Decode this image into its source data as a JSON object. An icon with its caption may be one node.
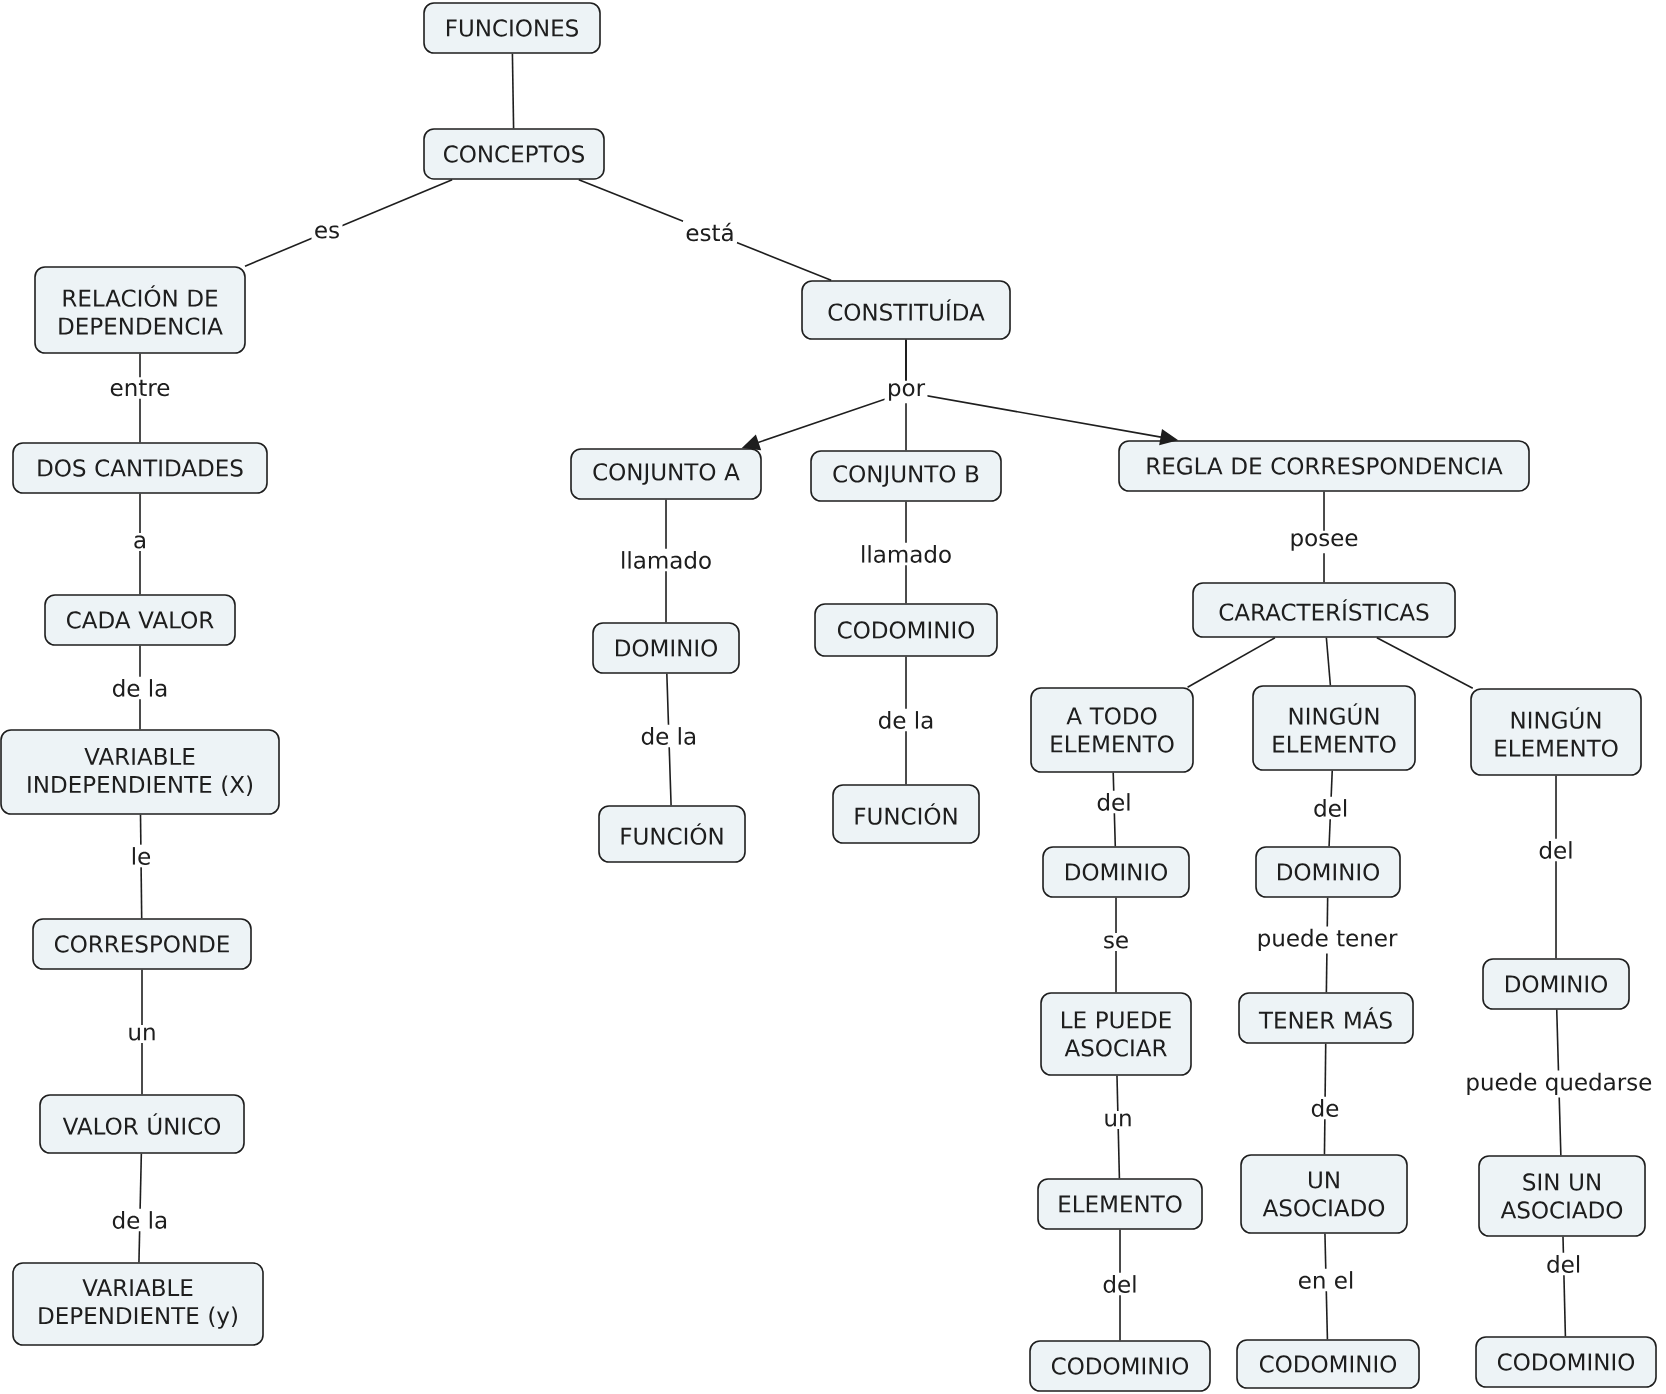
{
  "diagram": {
    "nodes": [
      {
        "text": [
          "FUNCIONES"
        ]
      },
      {
        "text": [
          "CONCEPTOS"
        ]
      },
      {
        "text": [
          "RELACIÓN DE DEPENDENCIA"
        ]
      },
      {
        "text": [
          "CONSTITUÍDA"
        ]
      },
      {
        "text": [
          "DOS CANTIDADES"
        ]
      },
      {
        "text": [
          "CONJUNTO A"
        ]
      },
      {
        "text": [
          "CONJUNTO B"
        ]
      },
      {
        "text": [
          "REGLA DE CORRESPONDENCIA"
        ]
      },
      {
        "text": [
          "CADA VALOR"
        ]
      },
      {
        "text": [
          "DOMINIO"
        ]
      },
      {
        "text": [
          "CODOMINIO"
        ]
      },
      {
        "text": [
          "CARACTERÍSTICAS"
        ]
      },
      {
        "text": [
          "VARIABLE INDEPENDIENTE (X)"
        ]
      },
      {
        "text": [
          "FUNCIÓN"
        ]
      },
      {
        "text": [
          "FUNCIÓN"
        ]
      },
      {
        "text": [
          "A TODO ELEMENTO"
        ]
      },
      {
        "text": [
          "NINGÚN ELEMENTO"
        ]
      },
      {
        "text": [
          "NINGÚN ELEMENTO"
        ]
      },
      {
        "text": [
          "DOMINIO"
        ]
      },
      {
        "text": [
          "DOMINIO"
        ]
      },
      {
        "text": [
          "CORRESPONDE"
        ]
      },
      {
        "text": [
          "DOMINIO"
        ]
      },
      {
        "text": [
          "LE PUEDE ASOCIAR"
        ]
      },
      {
        "text": [
          "TENER MÁS"
        ]
      },
      {
        "text": [
          "VALOR ÚNICO"
        ]
      },
      {
        "text": [
          "ELEMENTO"
        ]
      },
      {
        "text": [
          "UN ASOCIADO"
        ]
      },
      {
        "text": [
          "SIN UN ASOCIADO"
        ]
      },
      {
        "text": [
          "VARIABLE DEPENDIENTE (y)"
        ]
      },
      {
        "text": [
          "CODOMINIO"
        ]
      },
      {
        "text": [
          "CODOMINIO"
        ]
      },
      {
        "text": [
          "CODOMINIO"
        ]
      }
    ],
    "edges": [
      {
        "from": 0,
        "to": 1,
        "arrow": "none"
      },
      {
        "from": 1,
        "to": 2,
        "arrow": "none",
        "label": "es"
      },
      {
        "from": 1,
        "to": 3,
        "arrow": "none",
        "label": "está"
      },
      {
        "from": 2,
        "to": 4,
        "arrow": "none",
        "label": "entre"
      },
      {
        "from": 3,
        "to": 5,
        "arrow": "to"
      },
      {
        "from": 3,
        "to": 6,
        "arrow": "none",
        "label": "por"
      },
      {
        "from": 3,
        "to": 7,
        "arrow": "to"
      },
      {
        "from": 4,
        "to": 8,
        "arrow": "none",
        "label": "a"
      },
      {
        "from": 5,
        "to": 9,
        "arrow": "none",
        "label": "llamado"
      },
      {
        "from": 6,
        "to": 10,
        "arrow": "none",
        "label": "llamado"
      },
      {
        "from": 7,
        "to": 11,
        "arrow": "none",
        "label": "posee"
      },
      {
        "from": 8,
        "to": 12,
        "arrow": "none",
        "label": "de la"
      },
      {
        "from": 9,
        "to": 13,
        "arrow": "none",
        "label": "de la"
      },
      {
        "from": 10,
        "to": 14,
        "arrow": "none",
        "label": "de la"
      },
      {
        "from": 11,
        "to": 15,
        "arrow": "none"
      },
      {
        "from": 11,
        "to": 16,
        "arrow": "none"
      },
      {
        "from": 11,
        "to": 17,
        "arrow": "none"
      },
      {
        "from": 12,
        "to": 20,
        "arrow": "none",
        "label": "le"
      },
      {
        "from": 15,
        "to": 18,
        "arrow": "none",
        "label": "del"
      },
      {
        "from": 16,
        "to": 19,
        "arrow": "none",
        "label": "del"
      },
      {
        "from": 17,
        "to": 21,
        "arrow": "none",
        "label": "del"
      },
      {
        "from": 18,
        "to": 22,
        "arrow": "none",
        "label": "se"
      },
      {
        "from": 19,
        "to": 23,
        "arrow": "none",
        "label": "puede tener"
      },
      {
        "from": 20,
        "to": 24,
        "arrow": "none",
        "label": "un"
      },
      {
        "from": 21,
        "to": 27,
        "arrow": "none",
        "label": "puede quedarse"
      },
      {
        "from": 22,
        "to": 25,
        "arrow": "none",
        "label": "un"
      },
      {
        "from": 23,
        "to": 26,
        "arrow": "none",
        "label": "de"
      },
      {
        "from": 24,
        "to": 28,
        "arrow": "none",
        "label": "de la"
      },
      {
        "from": 25,
        "to": 29,
        "arrow": "none",
        "label": "del"
      },
      {
        "from": 26,
        "to": 30,
        "arrow": "none",
        "label": "en el"
      },
      {
        "from": 27,
        "to": 31,
        "arrow": "none",
        "label": "del"
      }
    ]
  }
}
